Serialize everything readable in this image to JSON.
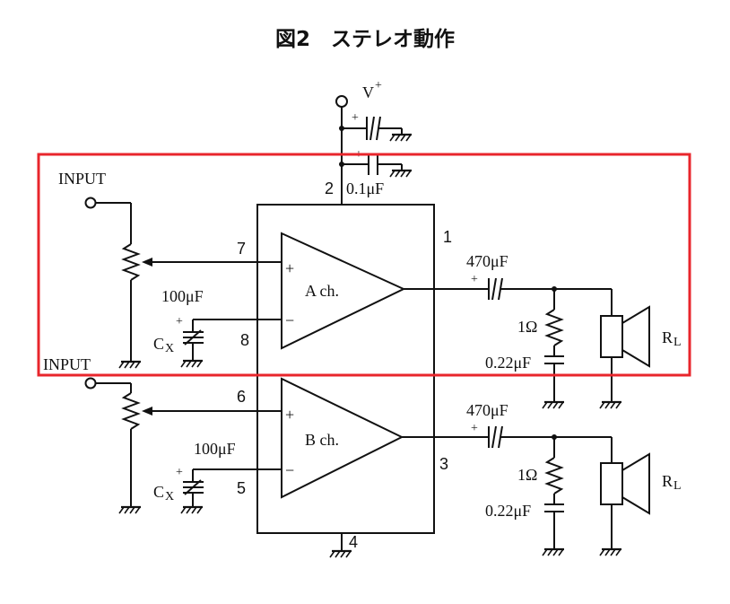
{
  "figure": {
    "title": "図2　ステレオ動作",
    "highlight_color": "#e8262c"
  },
  "labels": {
    "vplus_main": "V",
    "vplus_sup": "+",
    "input_a": "INPUT",
    "input_b": "INPUT",
    "pin_1": "1",
    "pin_2": "2",
    "pin_3": "3",
    "pin_4": "4",
    "pin_5": "5",
    "pin_6": "6",
    "pin_7": "7",
    "pin_8": "8",
    "cap_01": "0.1μF",
    "amp_a": "A ch.",
    "amp_b": "B ch.",
    "cx_a_value": "100μF",
    "cx_b_value": "100μF",
    "cx_a_main": "C",
    "cx_a_sub": "X",
    "cx_b_main": "C",
    "cx_b_sub": "X",
    "out_cap_a": "470μF",
    "out_cap_b": "470μF",
    "res_a": "1Ω",
    "res_b": "1Ω",
    "zobel_cap_a": "0.22μF",
    "zobel_cap_b": "0.22μF",
    "rl_a_main": "R",
    "rl_a_sub": "L",
    "rl_b_main": "R",
    "rl_b_sub": "L",
    "plus": "+",
    "minus": "−"
  }
}
